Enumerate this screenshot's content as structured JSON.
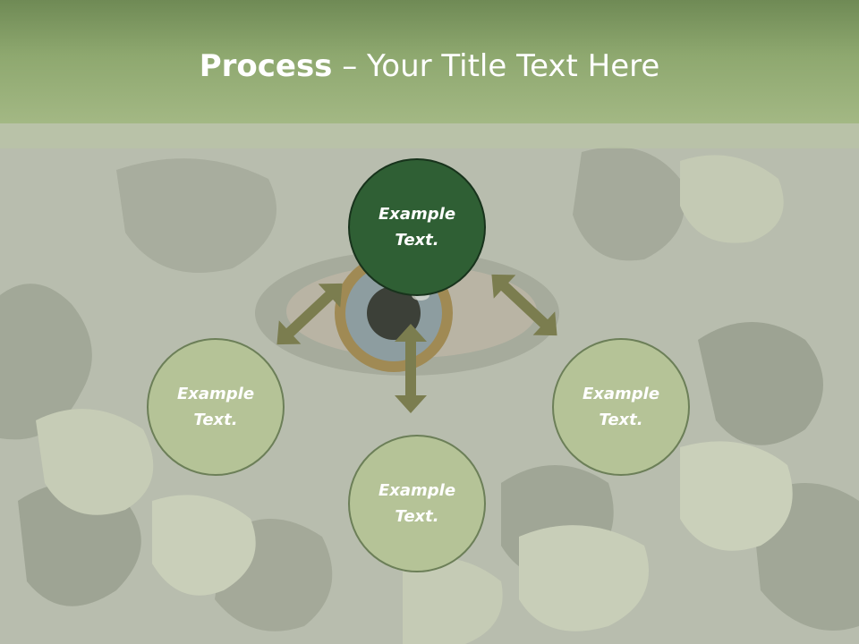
{
  "slide": {
    "title_bold": "Process",
    "title_rest": " – Your Title Text Here"
  },
  "diagram": {
    "center_node": {
      "line1": "Example",
      "line2": "Text."
    },
    "left_node": {
      "line1": "Example",
      "line2": "Text."
    },
    "right_node": {
      "line1": "Example",
      "line2": "Text."
    },
    "bottom_node": {
      "line1": "Example",
      "line2": "Text."
    }
  },
  "colors": {
    "title_band": "#8ea86f",
    "center_node_fill": "#2f5f34",
    "outer_node_fill": "#b5c397",
    "arrow": "#7b7d4f",
    "text": "#ffffff"
  }
}
